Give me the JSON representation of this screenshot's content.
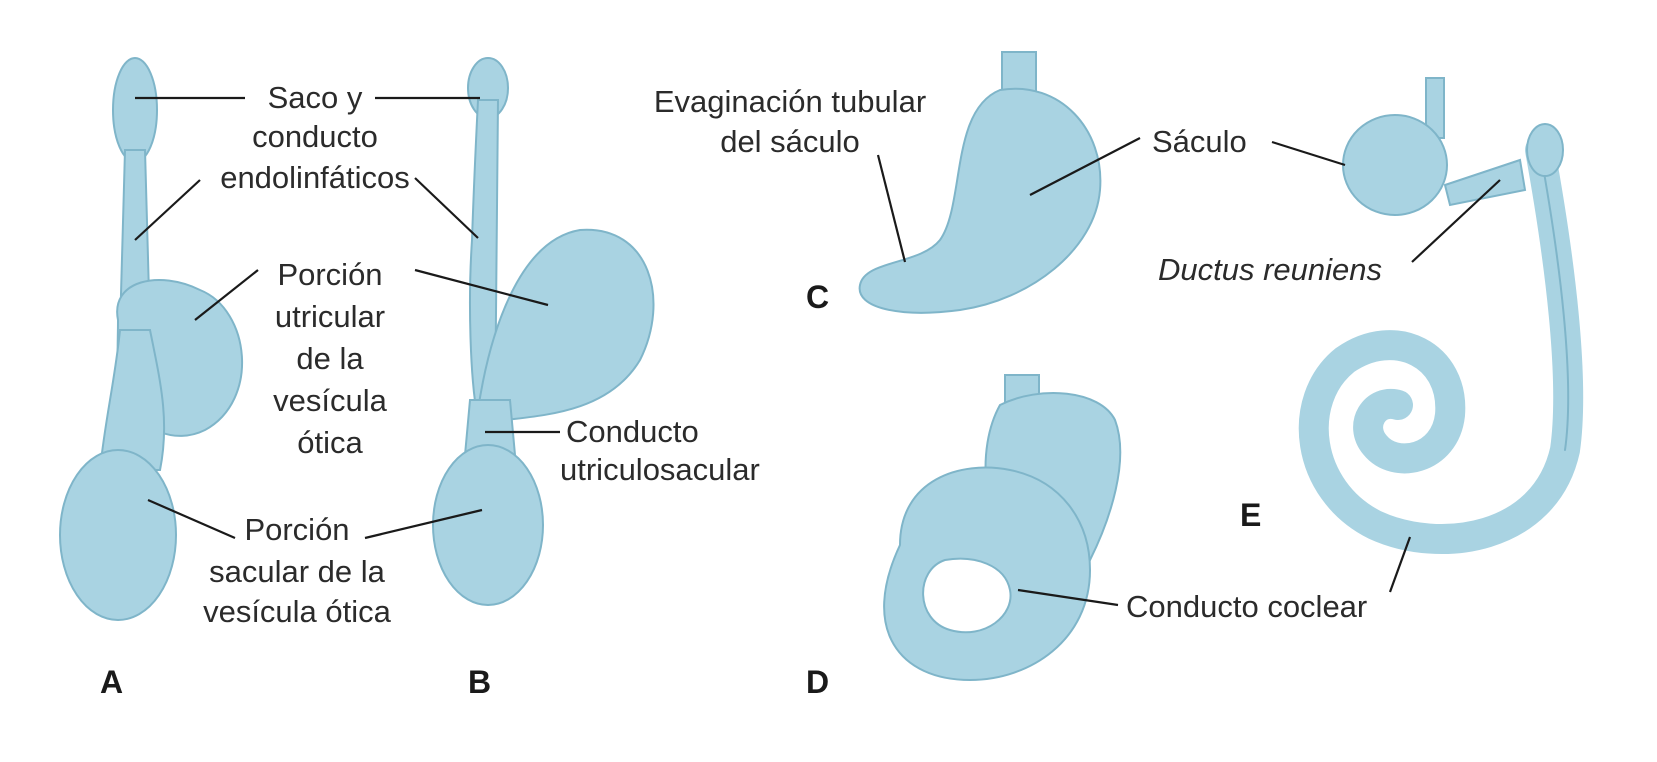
{
  "colors": {
    "tissue": "#a9d3e2",
    "tissue_edge": "#7fb5c9",
    "text": "#2b2b2b",
    "background": "#ffffff"
  },
  "panels": {
    "a": "A",
    "b": "B",
    "c": "C",
    "d": "D",
    "e": "E"
  },
  "labels": {
    "saco_line1": "Saco y",
    "saco_line2": "conducto",
    "saco_line3": "endolinfáticos",
    "utricular_line1": "Porción",
    "utricular_line2": "utricular",
    "utricular_line3": "de la",
    "utricular_line4": "vesícula",
    "utricular_line5": "ótica",
    "sacular_line1": "Porción",
    "sacular_line2": "sacular de la",
    "sacular_line3": "vesícula ótica",
    "utriculosacular_line1": "Conducto",
    "utriculosacular_line2": "utriculosacular",
    "evaginacion_line1": "Evaginación tubular",
    "evaginacion_line2": "del sáculo",
    "saculo": "Sáculo",
    "ductus_reuniens": "Ductus reuniens",
    "conducto_coclear_d": "Conducto coclear"
  }
}
